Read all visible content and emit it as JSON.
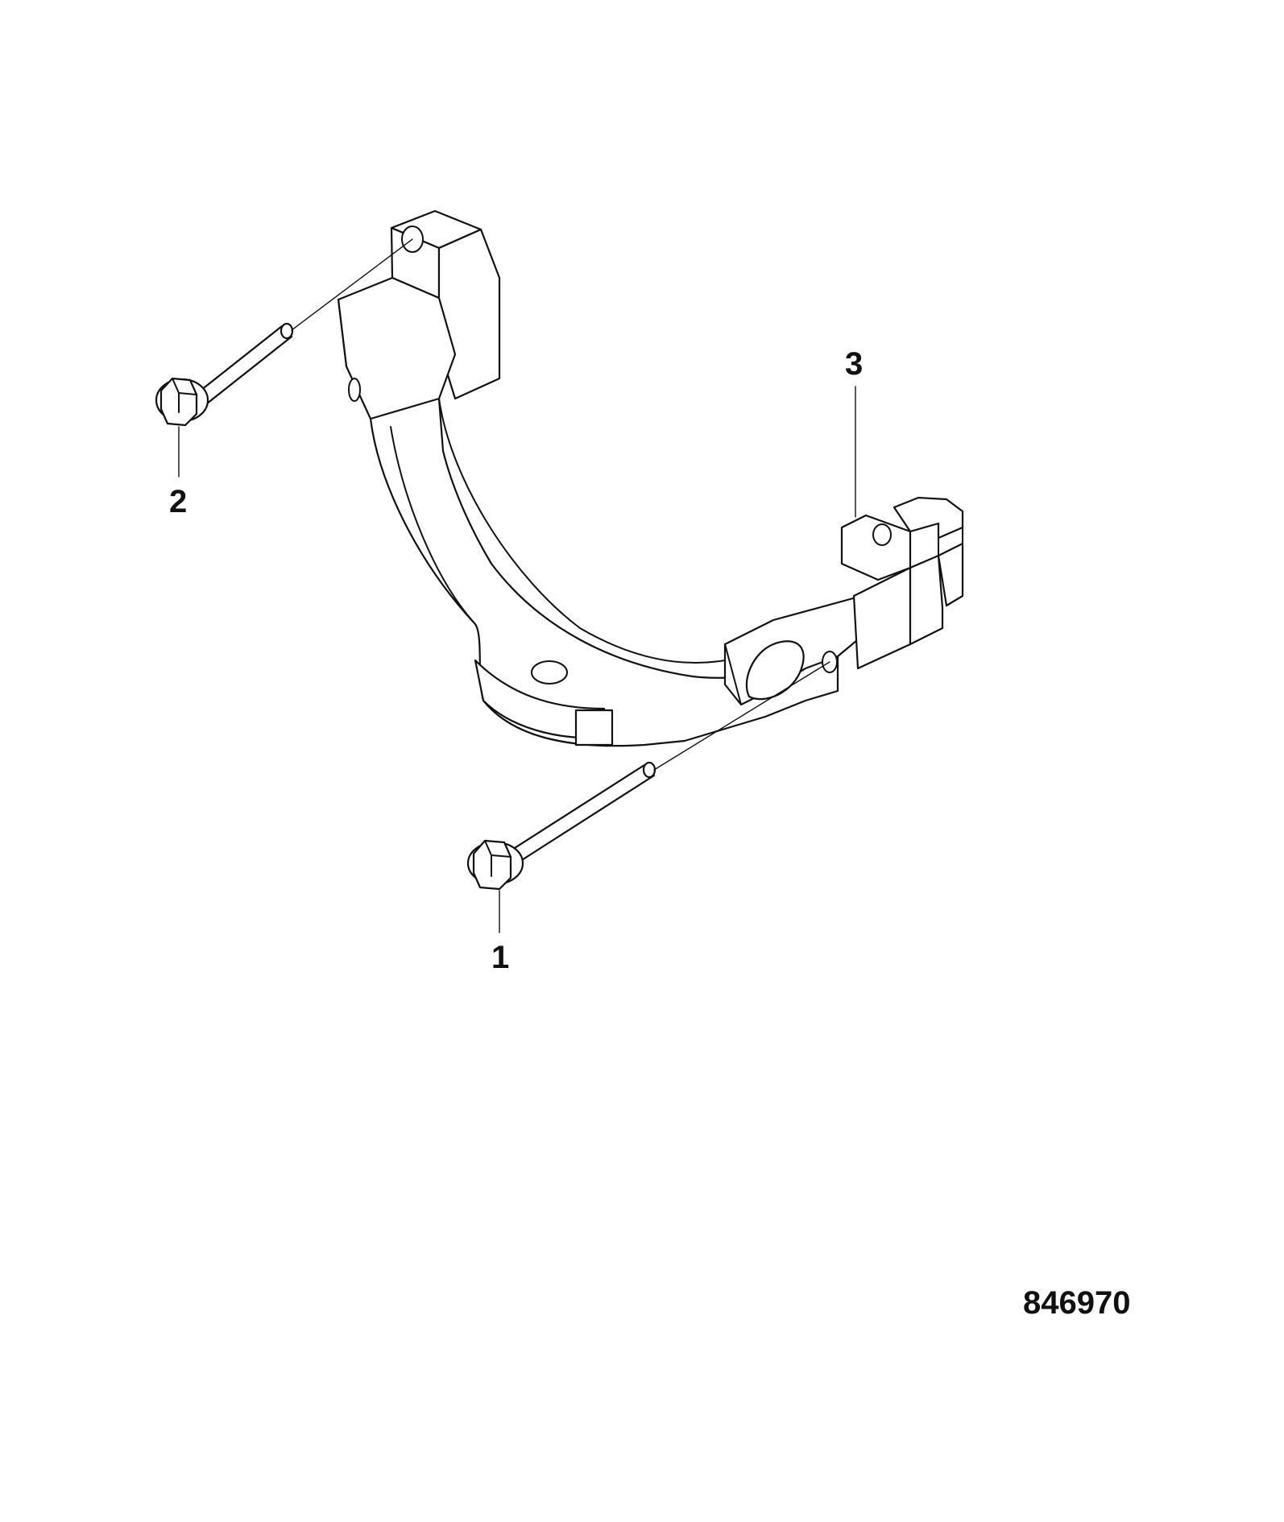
{
  "diagram": {
    "callouts": [
      {
        "id": "callout-1",
        "label": "1"
      },
      {
        "id": "callout-2",
        "label": "2"
      },
      {
        "id": "callout-3",
        "label": "3"
      }
    ],
    "drawing_number": "846970"
  },
  "colors": {
    "line": "#111111",
    "background": "#ffffff"
  }
}
